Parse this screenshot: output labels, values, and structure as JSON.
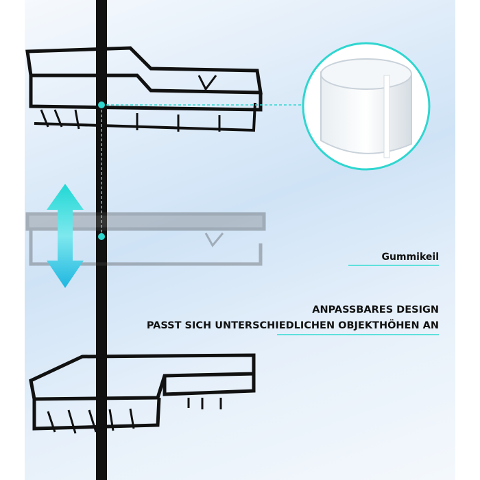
{
  "callouts": {
    "rubber_wedge": "Gummikeil",
    "adjustable_title": "ANPASSBARES DESIGN",
    "adjustable_sub": "PASST SICH UNTERSCHIEDLICHEN OBJEKTHÖHEN AN"
  },
  "colors": {
    "accent": "#2fd6cf",
    "arrow": "#1fd3d8",
    "metal": "#111111"
  }
}
